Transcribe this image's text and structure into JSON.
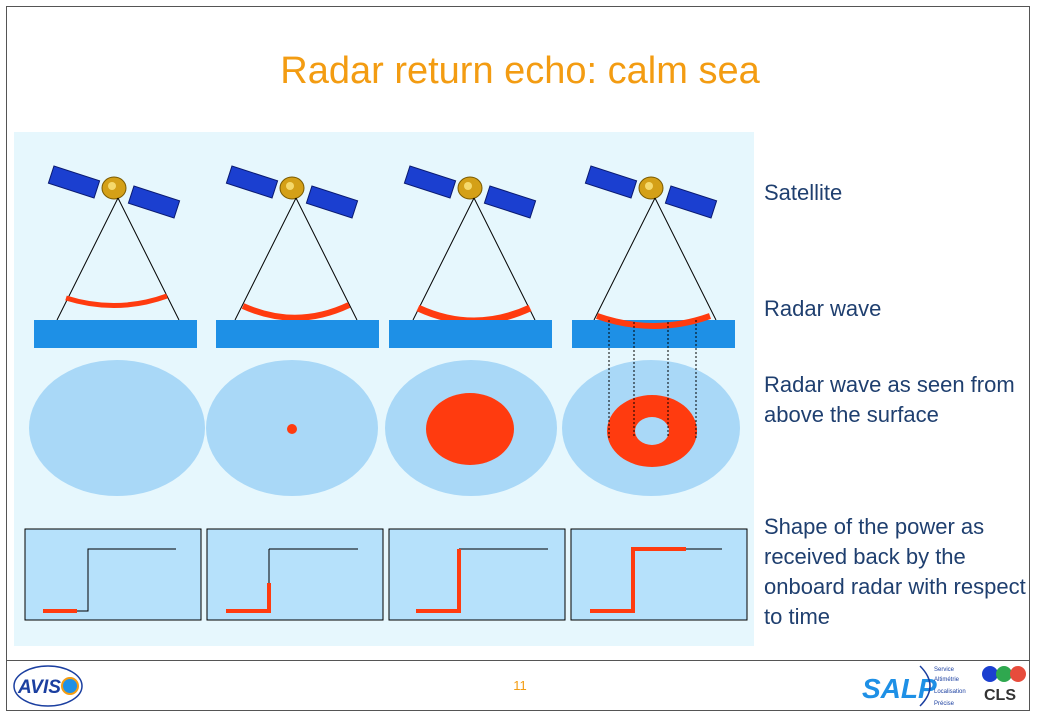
{
  "slide": {
    "title": "Radar return echo: calm sea",
    "page_number": "11"
  },
  "labels": {
    "satellite": "Satellite",
    "radar_wave": "Radar wave",
    "radar_wave_above": "Radar wave as seen from above the surface",
    "power_shape": "Shape of the power as received back by the onboard radar with respect to time"
  },
  "logos": {
    "left": "AVISO",
    "salp": "SALP",
    "salp_expansion": [
      "Service",
      "Altimétrie",
      "Localisation",
      "Précise"
    ],
    "cls": "CLS"
  },
  "colors": {
    "title": "#f39c12",
    "panel_bg": "#e6f7fd",
    "sea": "#1e90e6",
    "footprint": "#a9d8f7",
    "echo": "#ff3b0f",
    "text": "#1f3f6f"
  }
}
